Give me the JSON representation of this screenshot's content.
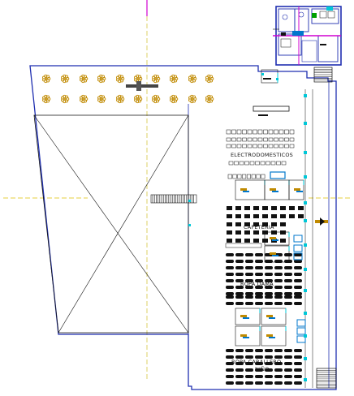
{
  "drawing": {
    "colors": {
      "wall": "#1f2fb0",
      "dark": "#111111",
      "axis_vertical": "#d000d0",
      "axis_horizontal": "#e0c000",
      "fixture_gold": "#c08a00",
      "fixture_blue": "#0077cc",
      "accent_cyan": "#00c8d8",
      "accent_green": "#00a000",
      "hatch_grey": "#888888"
    },
    "labels": {
      "electro": "ELECTRODOMESTICOS",
      "cafeteria": "CAFETERIA",
      "ropa_dama": "ROPA DAMA",
      "ropa_caballero": "ROPA CABALLERO",
      "nino": "NIÑO"
    },
    "icons": {
      "trees": "tree-icon",
      "escalator": "escalator-icon",
      "stair": "stair-icon",
      "exit_arrow": "exit-arrow-icon"
    }
  }
}
